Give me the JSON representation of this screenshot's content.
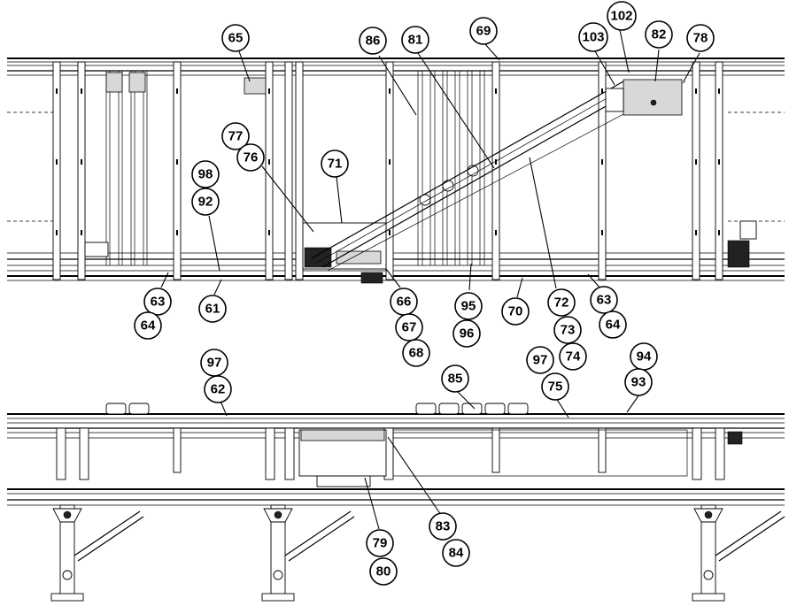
{
  "callouts": [
    {
      "id": "c65",
      "label": "65"
    },
    {
      "id": "c86",
      "label": "86"
    },
    {
      "id": "c81",
      "label": "81"
    },
    {
      "id": "c69",
      "label": "69"
    },
    {
      "id": "c102",
      "label": "102"
    },
    {
      "id": "c103",
      "label": "103"
    },
    {
      "id": "c82",
      "label": "82"
    },
    {
      "id": "c78",
      "label": "78"
    },
    {
      "id": "c77",
      "label": "77"
    },
    {
      "id": "c76",
      "label": "76"
    },
    {
      "id": "c71",
      "label": "71"
    },
    {
      "id": "c98",
      "label": "98"
    },
    {
      "id": "c92",
      "label": "92"
    },
    {
      "id": "c63a",
      "label": "63"
    },
    {
      "id": "c64a",
      "label": "64"
    },
    {
      "id": "c61",
      "label": "61"
    },
    {
      "id": "c66",
      "label": "66"
    },
    {
      "id": "c67",
      "label": "67"
    },
    {
      "id": "c68",
      "label": "68"
    },
    {
      "id": "c95",
      "label": "95"
    },
    {
      "id": "c96",
      "label": "96"
    },
    {
      "id": "c70",
      "label": "70"
    },
    {
      "id": "c72",
      "label": "72"
    },
    {
      "id": "c73",
      "label": "73"
    },
    {
      "id": "c74",
      "label": "74"
    },
    {
      "id": "c63b",
      "label": "63"
    },
    {
      "id": "c64b",
      "label": "64"
    },
    {
      "id": "c97a",
      "label": "97"
    },
    {
      "id": "c62",
      "label": "62"
    },
    {
      "id": "c85",
      "label": "85"
    },
    {
      "id": "c97b",
      "label": "97"
    },
    {
      "id": "c75",
      "label": "75"
    },
    {
      "id": "c94",
      "label": "94"
    },
    {
      "id": "c93",
      "label": "93"
    },
    {
      "id": "c83",
      "label": "83"
    },
    {
      "id": "c84",
      "label": "84"
    },
    {
      "id": "c79",
      "label": "79"
    },
    {
      "id": "c80",
      "label": "80"
    }
  ]
}
